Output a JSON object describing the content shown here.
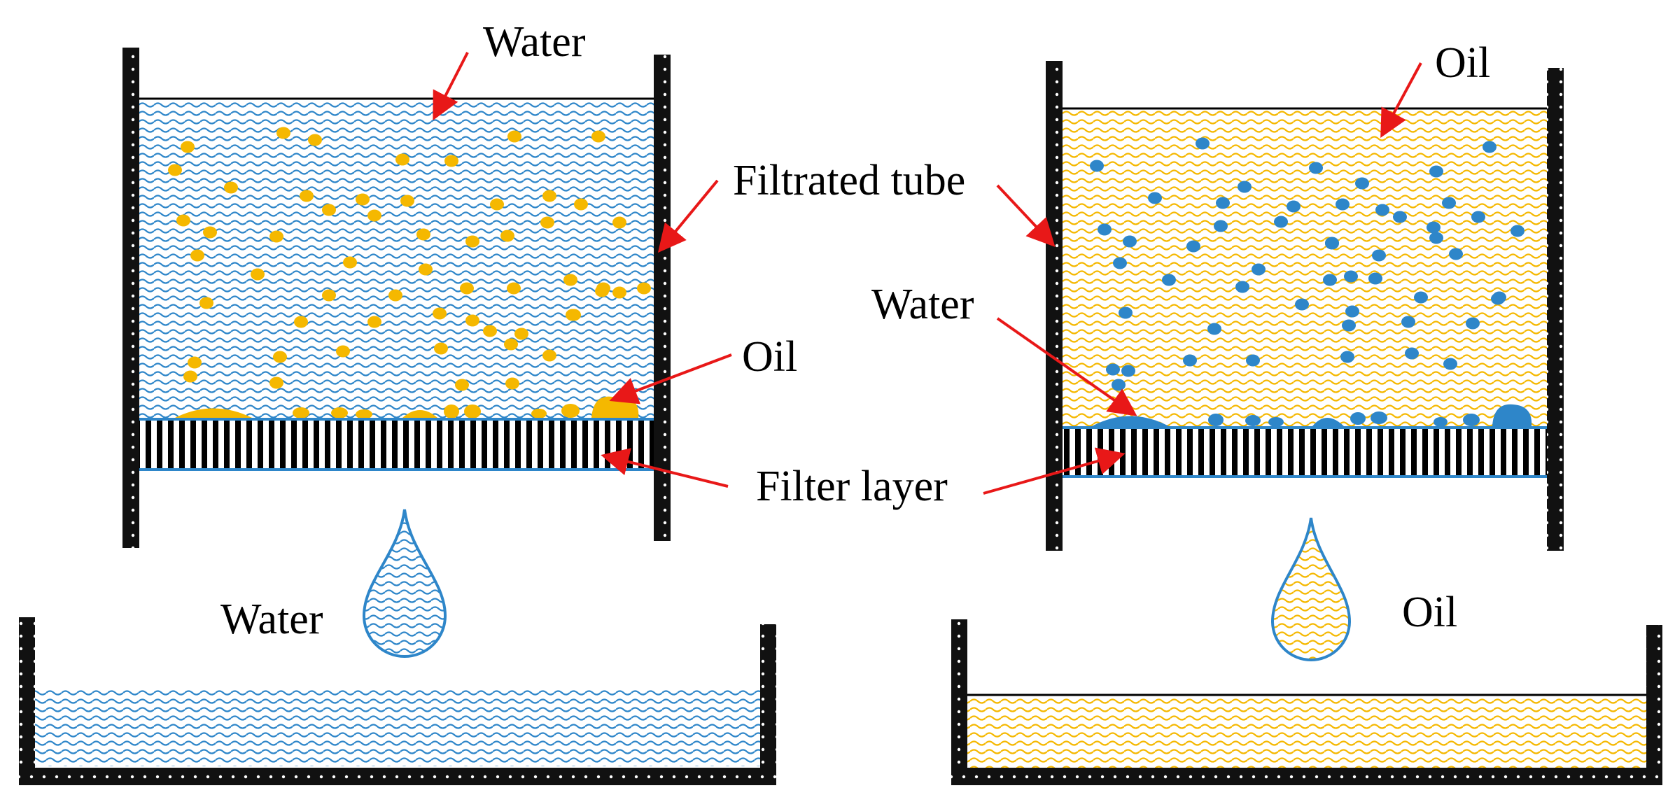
{
  "labels": {
    "water_top_left": "Water",
    "oil_left": "Oil",
    "water_bottom_left": "Water",
    "oil_top_right": "Oil",
    "water_right": "Water",
    "oil_bottom_right": "Oil",
    "filtrated_tube": "Filtrated tube",
    "filter_layer": "Filter layer"
  },
  "colors": {
    "water": "#2E86C9",
    "oil": "#F5B800",
    "arrow": "#E81818",
    "wall": "#111111"
  },
  "icons": {
    "wave_pattern": "wavy-texture",
    "droplet": "droplet-icon"
  }
}
